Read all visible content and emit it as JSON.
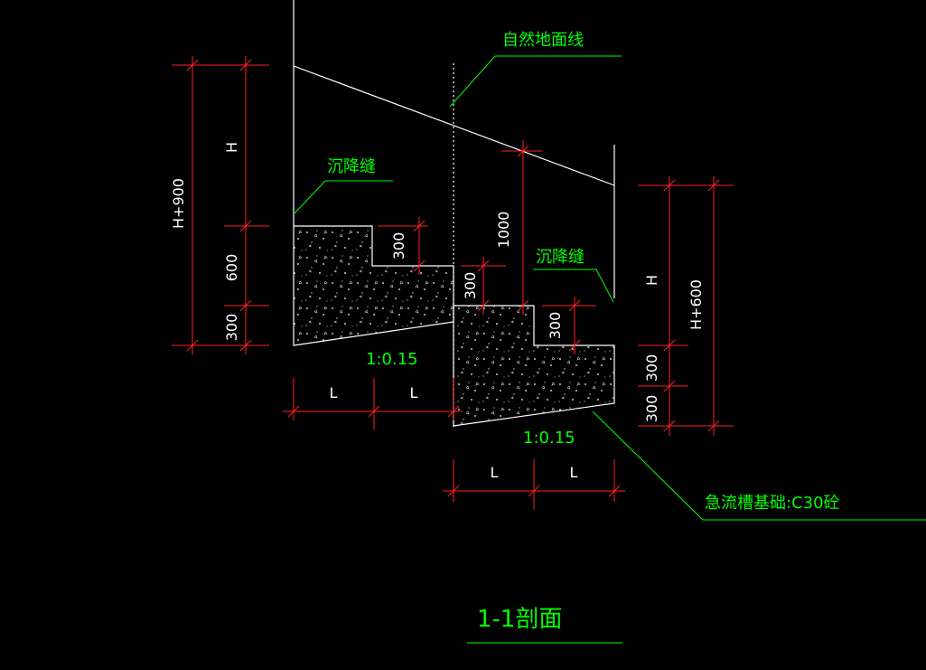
{
  "drawing": {
    "title": "1-1剖面",
    "labels": {
      "natural_ground": "自然地面线",
      "settlement_joint_1": "沉降缝",
      "settlement_joint_2": "沉降缝",
      "foundation_note": "急流槽基础:C30砼",
      "slope_1": "1:0.15",
      "slope_2": "1:0.15"
    },
    "left_dims": {
      "total": "H+900",
      "h": "H",
      "d600": "600",
      "d300": "300"
    },
    "right_dims": {
      "total": "H+600",
      "h": "H",
      "d300a": "300",
      "d300b": "300"
    },
    "step_dims": {
      "step1": "300",
      "step2": "300",
      "step3": "300",
      "d1000": "1000"
    },
    "bottom_dims": {
      "l1": "L",
      "l2": "L",
      "l3": "L",
      "l4": "L"
    },
    "colors": {
      "background": "#000000",
      "line": "#ffffff",
      "dimension": "#ff2020",
      "label": "#00ff00"
    }
  }
}
